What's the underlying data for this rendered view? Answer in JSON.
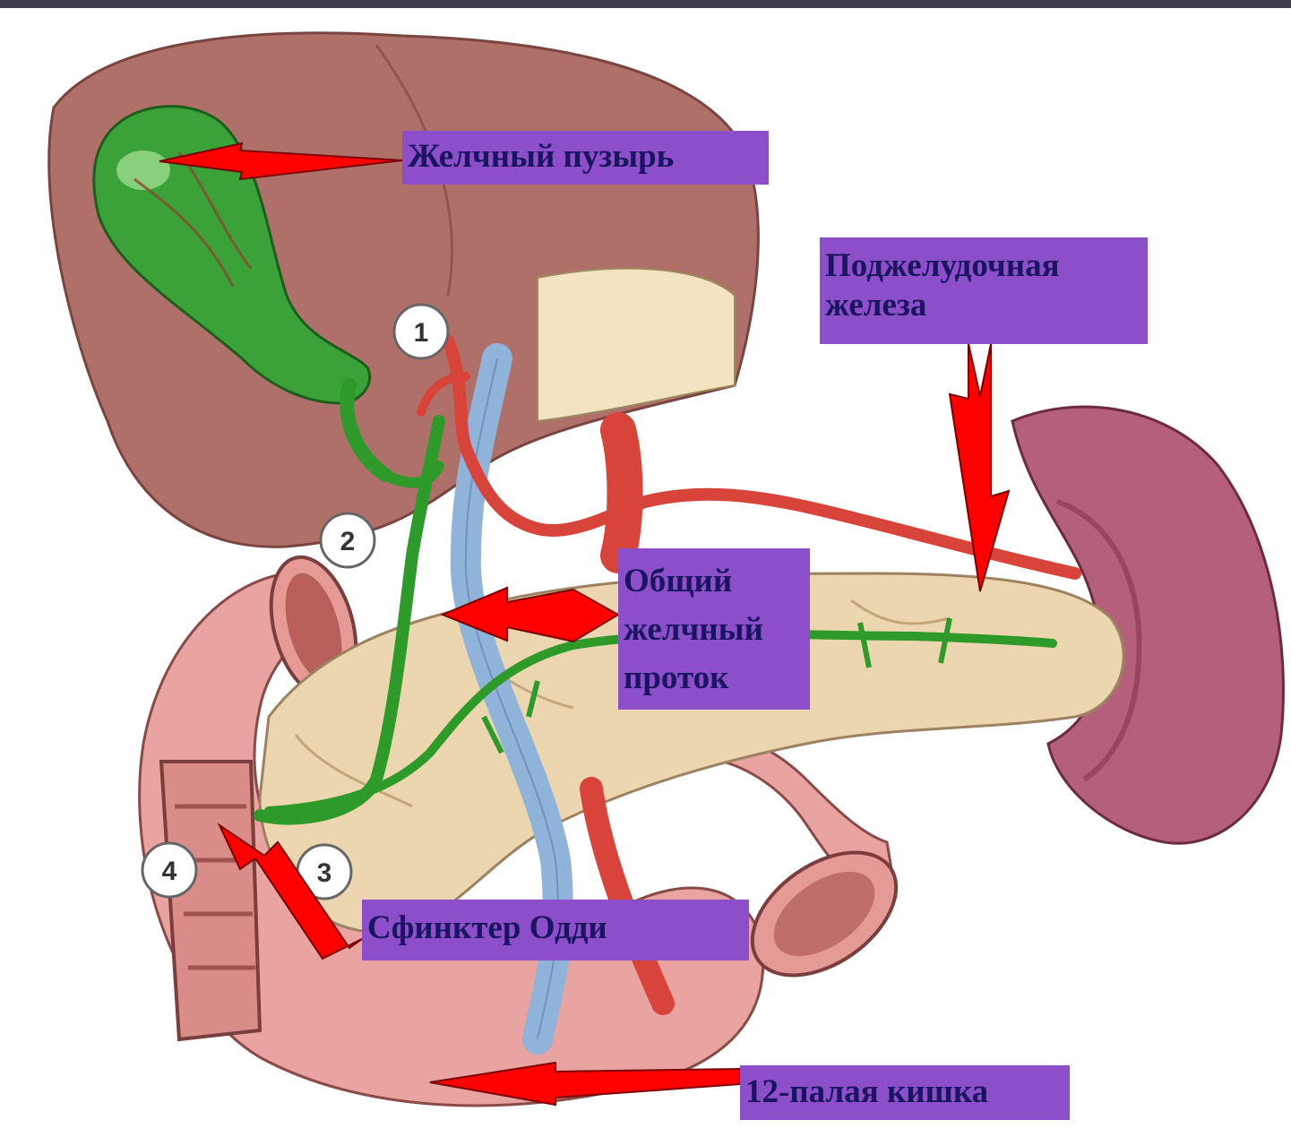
{
  "labels": {
    "gallbladder": "Желчный пузырь",
    "pancreas": "Поджелудочная\nжелеза",
    "common_bile_duct": "Общий\nжелчный\nпроток",
    "sphincter_oddi": "Сфинктер Одди",
    "duodenum": "12-палая кишка"
  },
  "markers": [
    "1",
    "2",
    "3",
    "4"
  ],
  "colors": {
    "label_background": "#8c4fc9",
    "label_text": "#1a1560",
    "arrow": "#ff0000",
    "bile": "#2e9a2a",
    "artery": "#d9443a",
    "vein": "#8fb3d9",
    "liver": "#a86a66",
    "pancreas": "#ecd6b0",
    "duodenum": "#e9a3a0",
    "spleen": "#b05a72"
  }
}
